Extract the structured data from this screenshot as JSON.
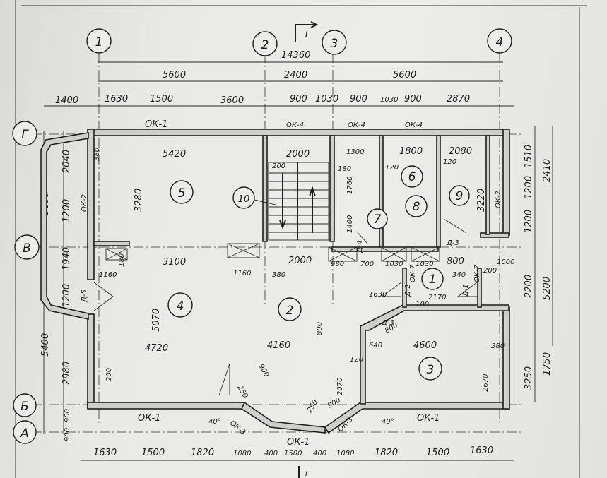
{
  "section_mark": "I",
  "total_width": "14360",
  "axes": {
    "cols": [
      "1",
      "2",
      "3",
      "4"
    ],
    "rows": [
      "Г",
      "В",
      "Б",
      "А"
    ]
  },
  "dims_top_axes": [
    "5600",
    "2400",
    "5600"
  ],
  "dims_top_openings": [
    "1400",
    "1630",
    "1500",
    "3600",
    "900",
    "1030",
    "900",
    "1030",
    "900",
    "2870"
  ],
  "dims_bottom": [
    "1630",
    "1500",
    "1820",
    "1080",
    "400",
    "1500",
    "400",
    "1080",
    "1820",
    "1500",
    "1630"
  ],
  "dims_left": [
    "2040",
    "3600",
    "1200",
    "1940",
    "1200",
    "5400",
    "2980",
    "900",
    "900"
  ],
  "dims_right": [
    "1510",
    "2410",
    "1200",
    "1200",
    "2200",
    "5200",
    "3250",
    "1750"
  ],
  "rooms": [
    "1",
    "2",
    "3",
    "4",
    "5",
    "6",
    "7",
    "8",
    "9",
    "10"
  ],
  "windows": {
    "ok1": "ОК-1",
    "ok2": "ОК-2",
    "ok3": "ОК-3",
    "ok4": "ОК-4",
    "ok7": "ОК-7"
  },
  "doors": {
    "d1": "Д-1",
    "d2": "Д-2",
    "d3": "Д-3",
    "d4": "Д-4",
    "d5": "Д-5"
  },
  "interior_dims": {
    "a5420": "5420",
    "a3280": "3280",
    "a3100": "3100",
    "a1160": "1160",
    "a4720": "4720",
    "a5070": "5070",
    "a2000": "2000",
    "a2000b": "2000",
    "a380": "380",
    "a1300": "1300",
    "a1800": "1800",
    "a2080": "2080",
    "a3220": "3220",
    "a980": "980",
    "a700": "700",
    "a1030": "1030",
    "a1030b": "1030",
    "a800": "800",
    "a1000": "1000",
    "a1630": "1630",
    "a2170": "2170",
    "a4160": "4160",
    "a4600": "4600",
    "a2670": "2670",
    "a2070": "2070",
    "a800b": "800",
    "a640": "640",
    "a800c": "800",
    "a1760": "1760",
    "a1400": "1400",
    "a340": "340",
    "a200": "200",
    "a200b": "200",
    "a180": "180",
    "a120": "120",
    "a120b": "120",
    "a250": "250",
    "a900": "900",
    "a250b": "250",
    "a900b": "900",
    "a40": "40°",
    "a40b": "40°",
    "a100": "100",
    "a380b": "380",
    "a200c": "200",
    "a180b": "180"
  }
}
